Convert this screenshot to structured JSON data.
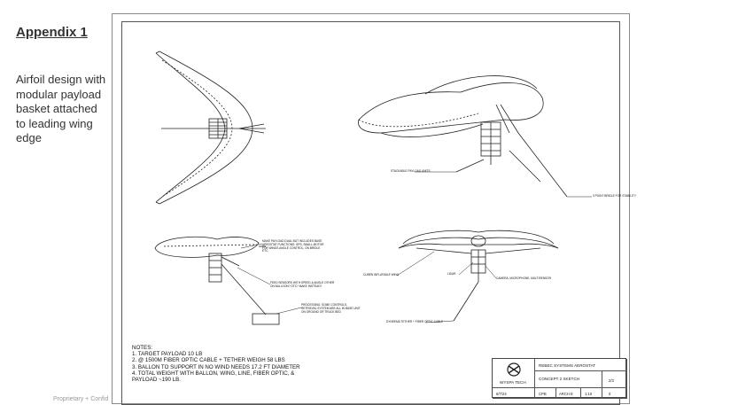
{
  "slide": {
    "heading": "Appendix 1",
    "description": "Airfoil design with modular payload basket attached to leading wing edge",
    "footer": "Proprietary + Confid"
  },
  "drawing": {
    "notes": [
      "NOTES:",
      "1. TARGET PAYLOAD 10 LB",
      "2. @ 1500M FIBER OPTIC CABLE + TETHER WEIGH 58 LBS",
      "3. BALLON TO SUPPORT IN NO WIND NEEDS 17.2 FT DIAMETER",
      "4. TOTAL WEIGHT WITH BALLON, WING, LINE, FIBER OPTIC, &",
      "PAYLOAD ~190 LB."
    ],
    "callouts": {
      "stackable": "STACKABLE PAYLOAD UNITS",
      "bridle": "3 POINT BRIDLE FOR STABILITY",
      "make_payload": "MAKE PAYLOAD DUAL BUT INCLUDES BASE AEROSTAT FUNCTIONS: GPS, SMALL MOTOR FOR WINGS ANGLE CONTROL, ON BRIDLE ETC.",
      "feed": "FEED SENSORS WITH SPEED & ANGLE OTHER ON BALLOON? OTC? MAKE INSTEAD?",
      "processing": "PROCESSING, SOME CONTROLS, RETRIEVAL SYSTEM ARE ALL IN BASE UNIT ON GROUND OR TRUCK BED",
      "cuben": "CUBEN INFLATABLE WING",
      "lidar": "LIDAR",
      "camera": "CAMERA, MICROPHONE, MULTISENSOR",
      "dyneema": "DYNEEMA TETHER + FIBER OPTIC CABLE"
    },
    "title_block": {
      "company": "WYSPA TECH",
      "project": "REBEC SYSTEMS AEROSTAT",
      "title": "CONCEPT 2 SKETCH",
      "date": "6/7/24",
      "drawn": "CPB",
      "size": "ARCH E",
      "scale": "1:10",
      "sheet": "2/3",
      "rev": "0"
    }
  }
}
